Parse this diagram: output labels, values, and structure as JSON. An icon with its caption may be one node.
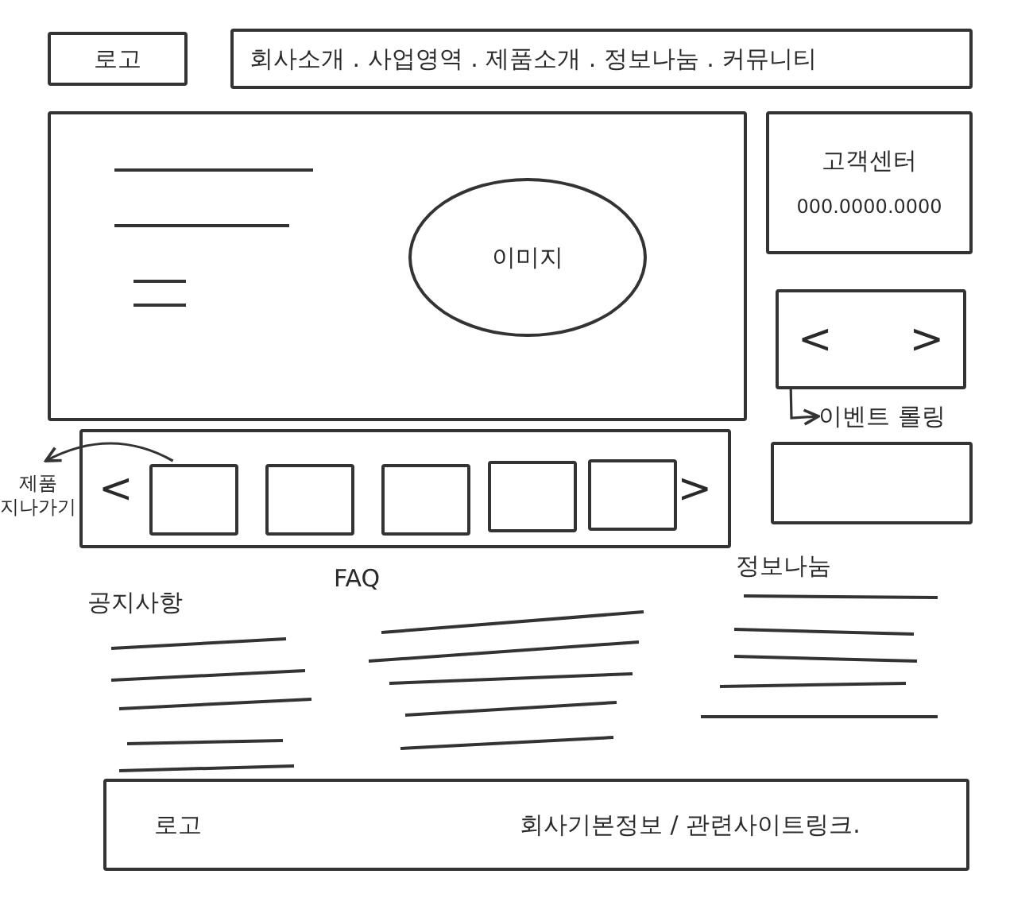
{
  "diagram": {
    "nodes": [
      {
        "text": [
          "로고"
        ]
      },
      {
        "text": [
          "회사소개 . 사업영역 . 제품소개 . 정보나눔 . 커뮤니티"
        ]
      },
      {
        "text": [],
        "shape": "box"
      },
      {
        "text": [
          "이미지"
        ],
        "in": 2
      },
      {
        "text": [
          "고객센터",
          "000.0000.0000"
        ]
      },
      {
        "text": [
          "<",
          ">"
        ]
      },
      {
        "text": [
          "이벤트 롤링"
        ]
      },
      {
        "text": [],
        "shape": "box"
      },
      {
        "text": [
          "<",
          ">"
        ]
      },
      {
        "text": [],
        "shape": "box",
        "in": 8
      },
      {
        "text": [],
        "shape": "box",
        "in": 8
      },
      {
        "text": [],
        "shape": "box",
        "in": 8
      },
      {
        "text": [],
        "shape": "box",
        "in": 8
      },
      {
        "text": [],
        "shape": "box",
        "in": 8
      },
      {
        "text": [
          "제품 지나가기"
        ]
      },
      {
        "text": [
          "로고",
          "회사기본정보 / 관련사이트링크."
        ]
      }
    ],
    "edges": [
      {
        "from": 5,
        "to": 6,
        "arrow": "to"
      },
      {
        "from": 9,
        "to": 14,
        "arrow": "to"
      }
    ],
    "labels": [
      "공지사항",
      "FAQ",
      "정보나눔"
    ]
  }
}
